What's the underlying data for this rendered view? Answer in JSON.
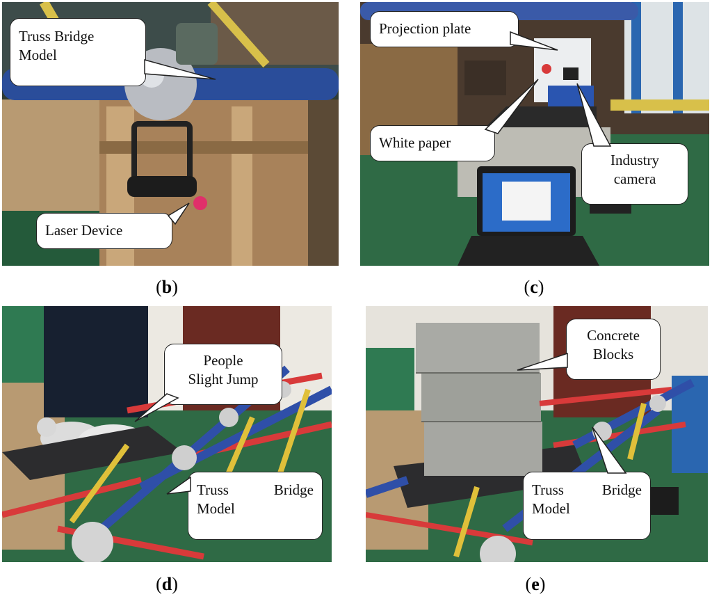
{
  "panels": {
    "b": {
      "label_open": "(",
      "label_letter": "b",
      "label_close": ")",
      "callouts": {
        "truss_line1": "Truss Bridge",
        "truss_line2": "Model",
        "laser": "Laser Device"
      }
    },
    "c": {
      "label_open": "(",
      "label_letter": "c",
      "label_close": ")",
      "callouts": {
        "projection": "Projection plate",
        "white_paper": "White paper",
        "camera_line1": "Industry",
        "camera_line2": "camera"
      }
    },
    "d": {
      "label_open": "(",
      "label_letter": "d",
      "label_close": ")",
      "callouts": {
        "people_line1": "People",
        "people_line2": "Slight Jump",
        "truss_w1": "Truss",
        "truss_w2": "Bridge",
        "truss_line2": "Model"
      }
    },
    "e": {
      "label_open": "(",
      "label_letter": "e",
      "label_close": ")",
      "callouts": {
        "concrete_line1": "Concrete",
        "concrete_line2": "Blocks",
        "truss_w1": "Truss",
        "truss_w2": "Bridge",
        "truss_line2": "Model"
      }
    }
  }
}
